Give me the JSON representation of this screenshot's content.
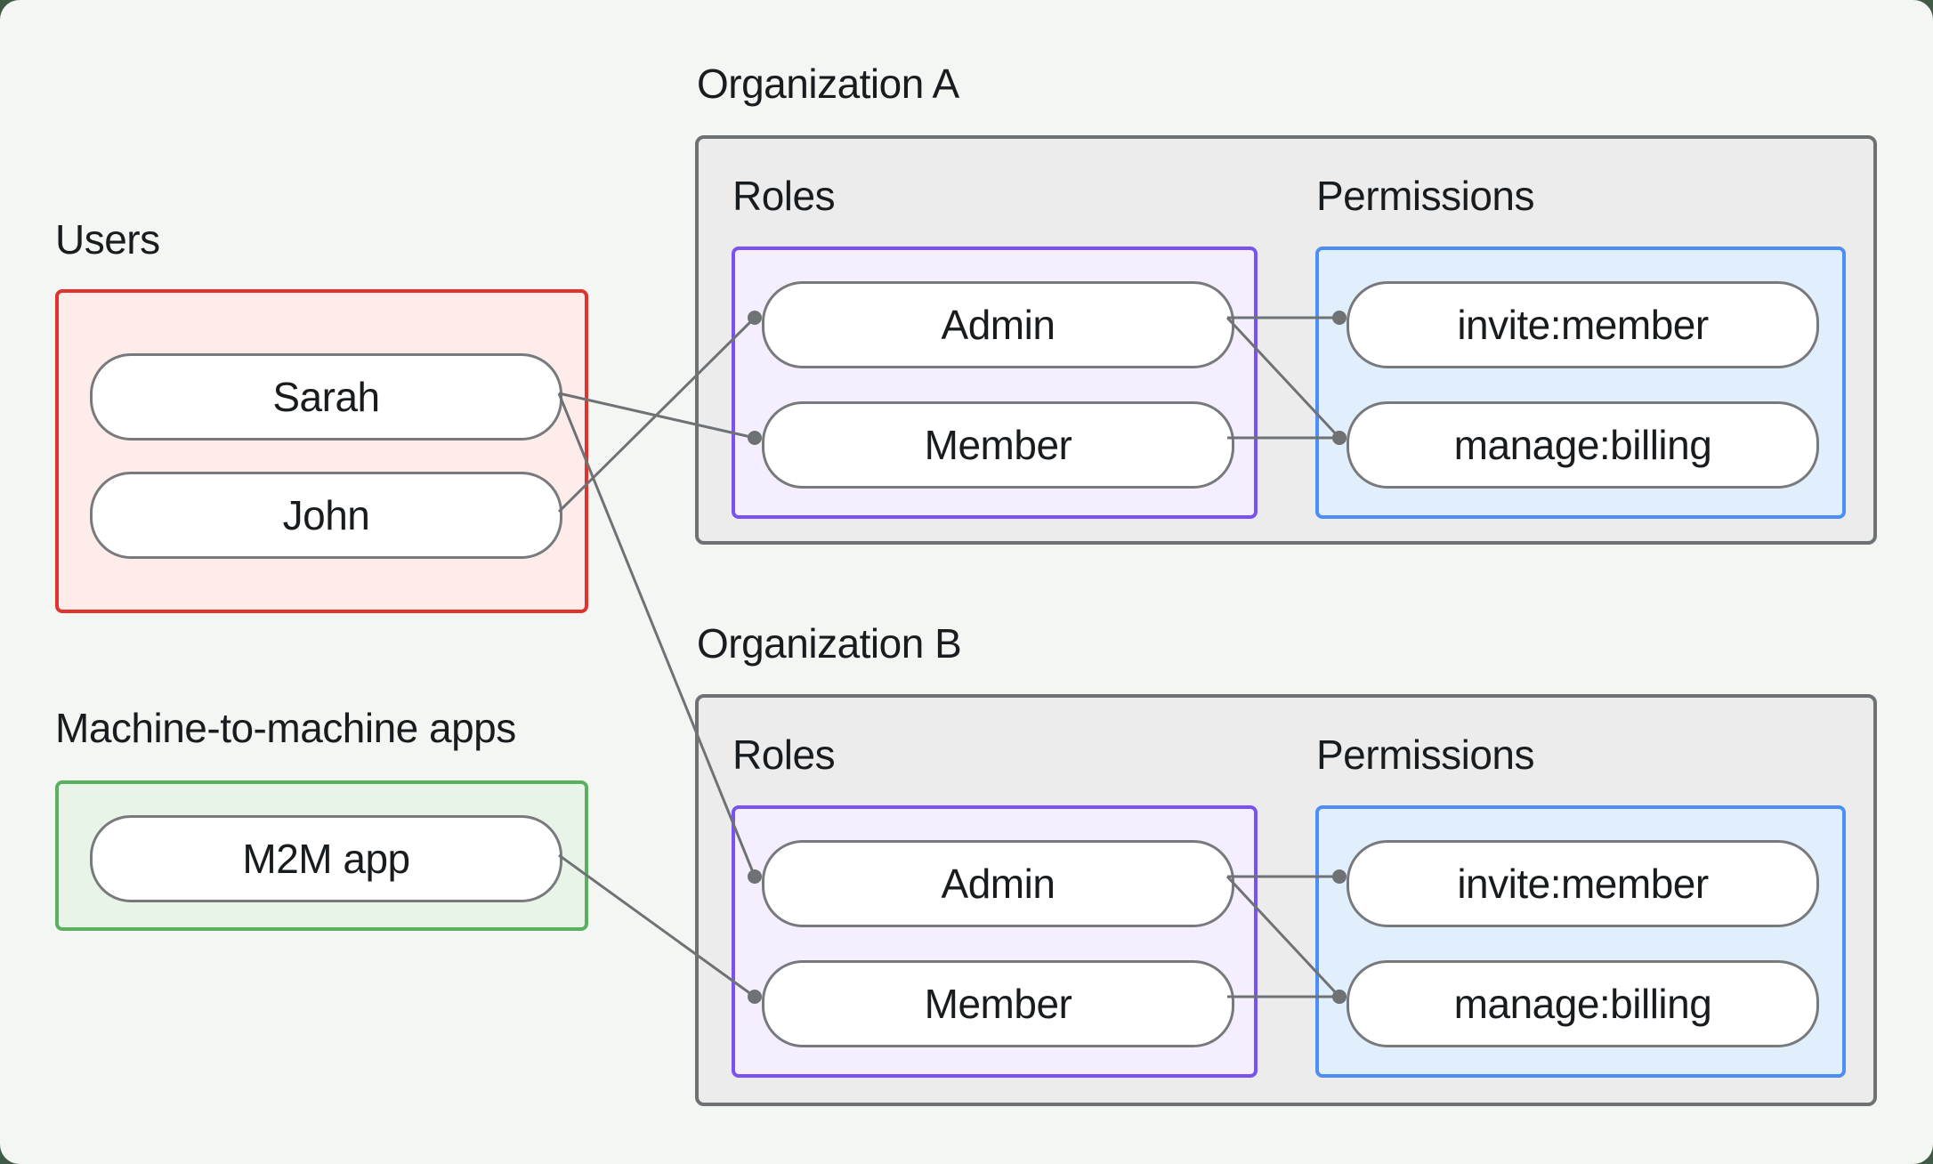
{
  "diagram_title": "",
  "groups": {
    "users": {
      "label": "Users",
      "items": {
        "sarah": "Sarah",
        "john": "John"
      }
    },
    "m2m": {
      "label": "Machine-to-machine apps",
      "items": {
        "app": "M2M app"
      }
    },
    "orgA": {
      "label": "Organization A",
      "roles_label": "Roles",
      "permissions_label": "Permissions",
      "roles": {
        "admin": "Admin",
        "member": "Member"
      },
      "permissions": {
        "invite": "invite:member",
        "billing": "manage:billing"
      }
    },
    "orgB": {
      "label": "Organization B",
      "roles_label": "Roles",
      "permissions_label": "Permissions",
      "roles": {
        "admin": "Admin",
        "member": "Member"
      },
      "permissions": {
        "invite": "invite:member",
        "billing": "manage:billing"
      }
    }
  },
  "connections": [
    {
      "from": "user-john",
      "to": "orgA-role-admin"
    },
    {
      "from": "user-sarah",
      "to": "orgA-role-member"
    },
    {
      "from": "user-sarah",
      "to": "orgB-role-admin"
    },
    {
      "from": "m2m-app",
      "to": "orgB-role-member"
    },
    {
      "from": "orgA-role-admin",
      "to": "orgA-perm-invite"
    },
    {
      "from": "orgA-role-admin",
      "to": "orgA-perm-billing"
    },
    {
      "from": "orgA-role-member",
      "to": "orgA-perm-billing"
    },
    {
      "from": "orgB-role-admin",
      "to": "orgB-perm-invite"
    },
    {
      "from": "orgB-role-admin",
      "to": "orgB-perm-billing"
    },
    {
      "from": "orgB-role-member",
      "to": "orgB-perm-billing"
    }
  ],
  "style": {
    "connector_color": "#6f7275",
    "connector_width": 3,
    "endpoint_dot_radius": 8,
    "card_background": "#f3f6f3",
    "page_corner_color": "#3f5b45",
    "users_border": "#e1322e",
    "users_fill": "#fdecea",
    "m2m_border": "#5ab05e",
    "m2m_fill": "#e9f4e9",
    "org_border": "#6e7174",
    "org_fill": "#ececec",
    "roles_border": "#7a52f4",
    "roles_fill": "#f4eefe",
    "permissions_border": "#4a8ef6",
    "permissions_fill": "#e1eefc",
    "pill_border": "#77797c",
    "text_color": "#191c1f"
  }
}
